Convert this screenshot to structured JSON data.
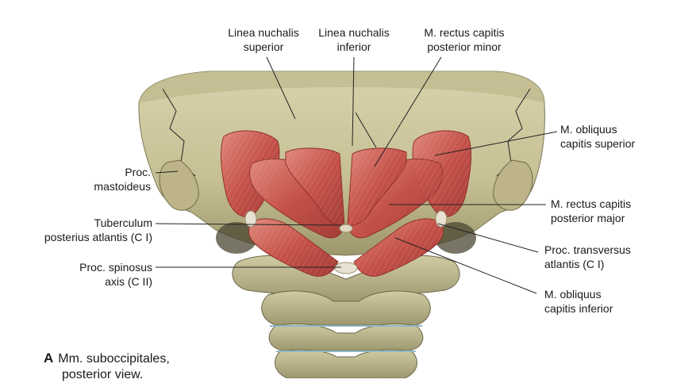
{
  "figure": {
    "labels": {
      "linea_nuchalis_superior": "Linea nuchalis\nsuperior",
      "linea_nuchalis_inferior": "Linea nuchalis\ninferior",
      "rectus_capitis_posterior_minor": "M. rectus capitis\nposterior minor",
      "obliquus_capitis_superior": "M. obliquus\ncapitis superior",
      "proc_mastoideus": "Proc.\nmastoideus",
      "rectus_capitis_posterior_major": "M. rectus capitis\nposterior major",
      "tuberculum_posterius_atlantis": "Tuberculum\nposterius atlantis (C I)",
      "proc_transversus_atlantis": "Proc. transversus\natlantis (C I)",
      "proc_spinosus_axis": "Proc. spinosus\naxis (C II)",
      "obliquus_capitis_inferior": "M. obliquus\ncapitis inferior"
    },
    "caption": {
      "letter": "A",
      "line1": "Mm. suboccipitales,",
      "line2": "posterior view."
    },
    "colors": {
      "bone": "#cdc79e",
      "bone_shadow": "#8f8a63",
      "bone_dark": "#5e5a3e",
      "muscle": "#c8544a",
      "muscle_light": "#e59a8c",
      "tendon": "#e8e2d2"
    }
  }
}
